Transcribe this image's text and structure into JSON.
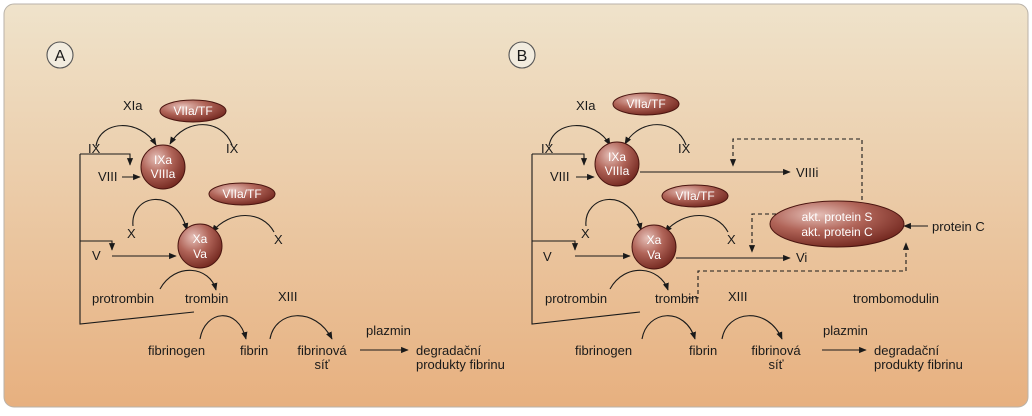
{
  "panels": {
    "a": {
      "badge": "A",
      "xia": "XIa",
      "viia_tf_top": "VIIa/TF",
      "ix_left": "IX",
      "ix_right": "IX",
      "ixa": "IXa",
      "viiia_node": "VIIIa",
      "viii": "VIII",
      "viia_tf_mid": "VIIa/TF",
      "x_left": "X",
      "x_right": "X",
      "xa": "Xa",
      "va": "Va",
      "v": "V",
      "protrombin": "protrombin",
      "trombin": "trombin",
      "xiii": "XIII",
      "fibrinogen": "fibrinogen",
      "fibrin": "fibrin",
      "fibrinova": "fibrinová",
      "sit": "síť",
      "plazmin": "plazmin",
      "degradacni": "degradační",
      "produkty": "produkty fibrinu"
    },
    "b": {
      "badge": "B",
      "xia": "XIa",
      "viia_tf_top": "VIIa/TF",
      "ix_left": "IX",
      "ix_right": "IX",
      "ixa": "IXa",
      "viiia_node": "VIIIa",
      "viii": "VIII",
      "viiii": "VIIIi",
      "viia_tf_mid": "VIIa/TF",
      "x_left": "X",
      "x_right": "X",
      "xa": "Xa",
      "va": "Va",
      "v": "V",
      "vi": "Vi",
      "akt_protein_s": "akt. protein S",
      "akt_protein_c": "akt. protein C",
      "protein_c": "protein C",
      "trombomodulin": "trombomodulin",
      "protrombin": "protrombin",
      "trombin": "trombin",
      "xiii": "XIII",
      "fibrinogen": "fibrinogen",
      "fibrin": "fibrin",
      "fibrinova": "fibrinová",
      "sit": "síť",
      "plazmin": "plazmin",
      "degradacni": "degradační",
      "produkty": "produkty fibrinu"
    }
  },
  "colors": {
    "background_top": "#efe2c8",
    "background_bottom": "#e8b485",
    "node_light": "#d7a59e",
    "node_dark": "#7a2a22",
    "line": "#1a1a1a"
  }
}
